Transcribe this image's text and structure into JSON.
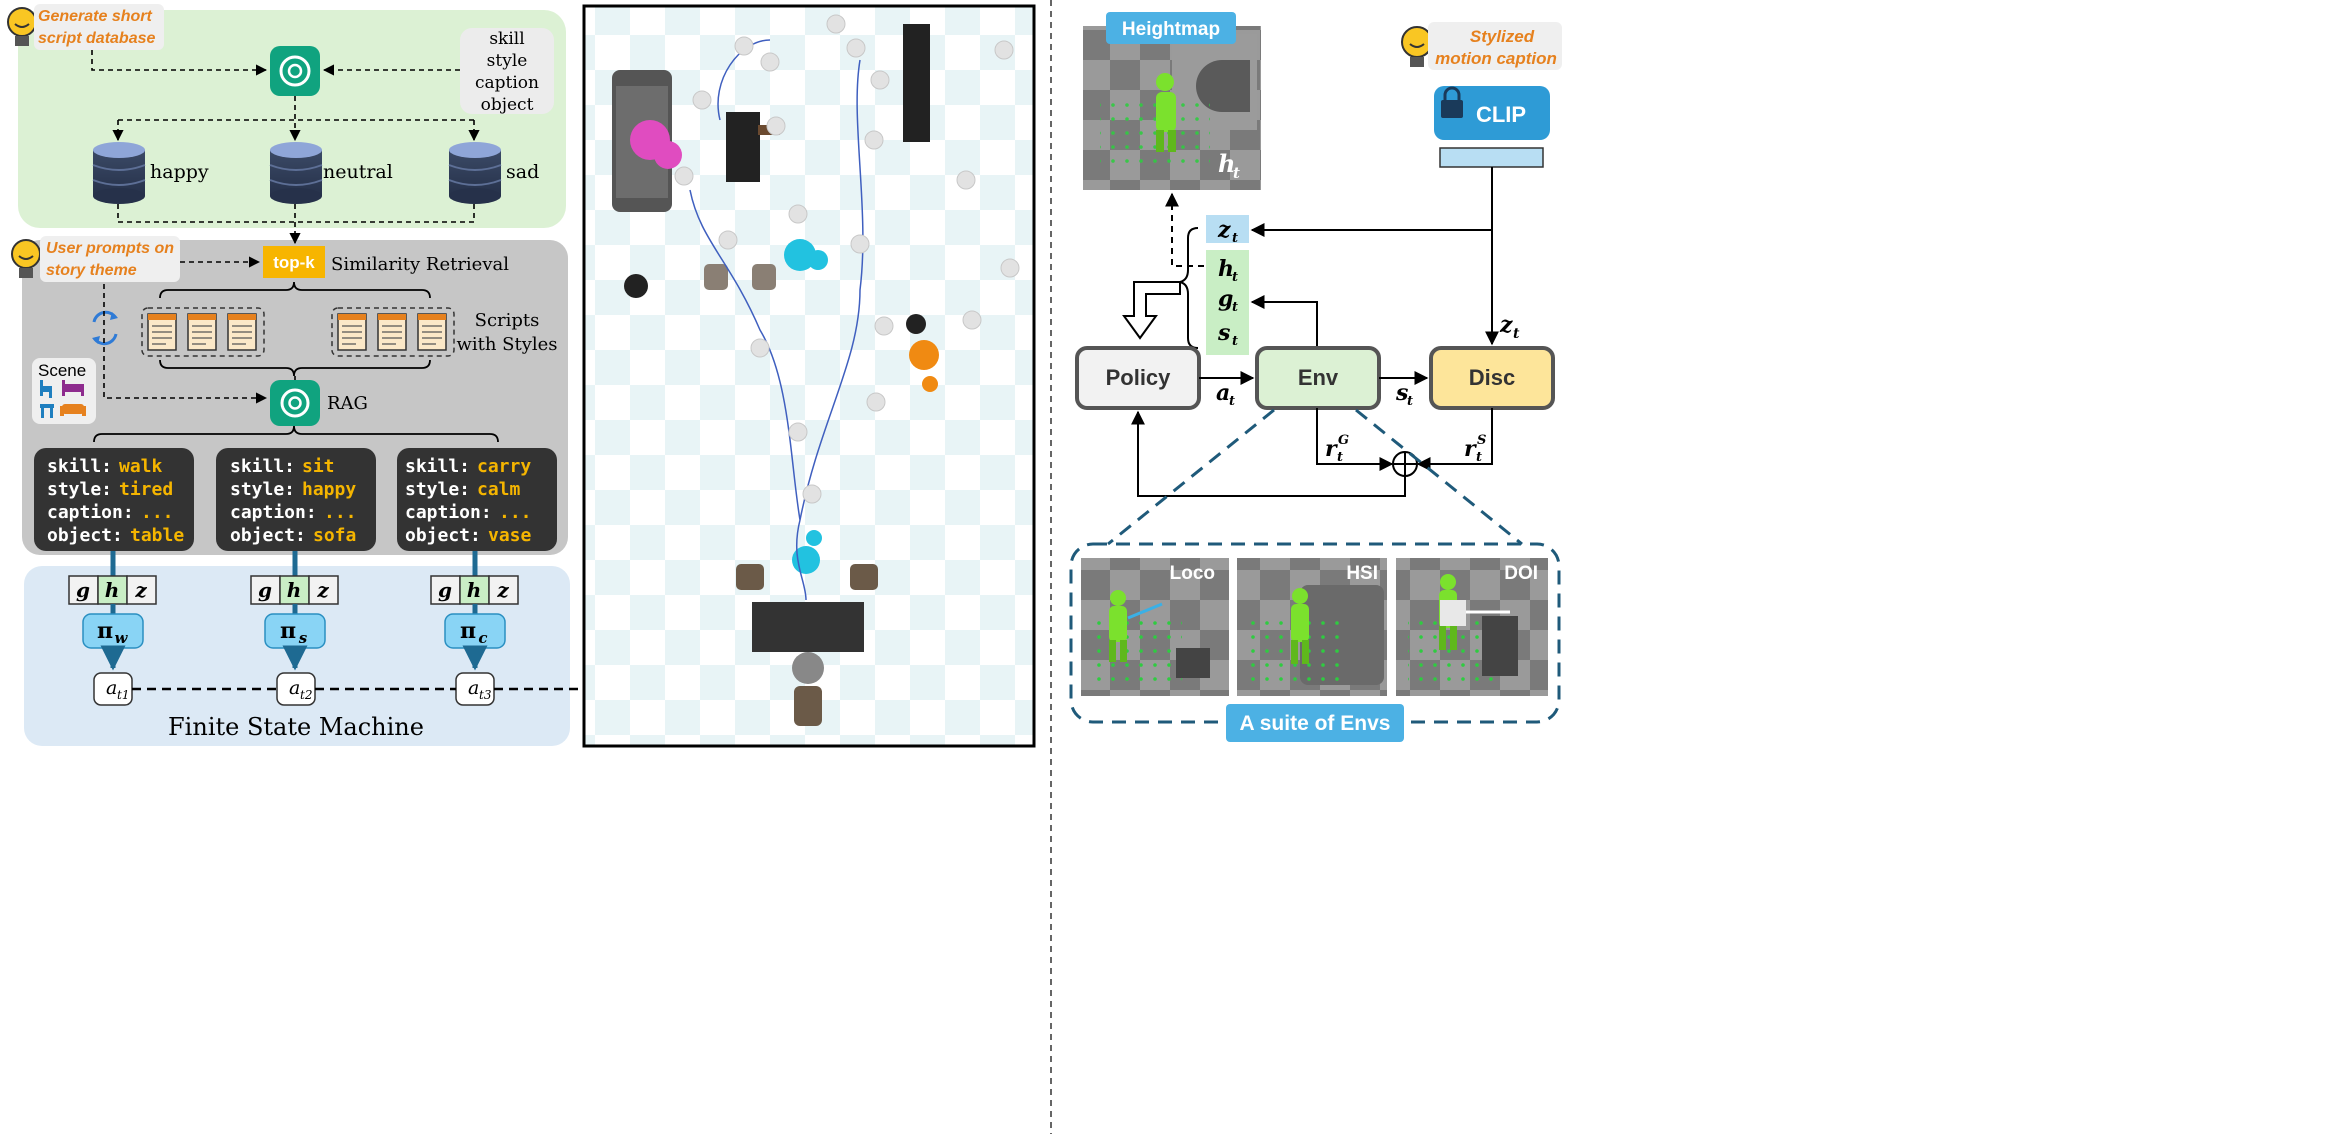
{
  "prompts": {
    "generate": [
      "Generate short",
      "script database"
    ],
    "user": [
      "User prompts on",
      "story theme"
    ],
    "stylized": [
      "Stylized",
      "motion caption"
    ]
  },
  "attributes": [
    "skill",
    "style",
    "caption",
    "object"
  ],
  "databases": [
    "happy",
    "neutral",
    "sad"
  ],
  "retrieval": {
    "badge": "top-k",
    "label": "Similarity Retrieval"
  },
  "scripts_label": [
    "Scripts",
    "with Styles"
  ],
  "scene_label": "Scene",
  "rag_label": "RAG",
  "cards": [
    {
      "skill": "walk",
      "style": "tired",
      "caption": "...",
      "object": "table"
    },
    {
      "skill": "sit",
      "style": "happy",
      "caption": "...",
      "object": "sofa"
    },
    {
      "skill": "carry",
      "style": "calm",
      "caption": "...",
      "object": "vase"
    }
  ],
  "card_keys": [
    "skill:",
    "style:",
    "caption:",
    "object:"
  ],
  "ghz": [
    "g",
    "h",
    "z"
  ],
  "policies": [
    {
      "sym": "π",
      "sub": "w"
    },
    {
      "sym": "π",
      "sub": "s"
    },
    {
      "sym": "π",
      "sub": "c"
    }
  ],
  "actions": [
    {
      "a": "a",
      "sub": "t1"
    },
    {
      "a": "a",
      "sub": "t2"
    },
    {
      "a": "a",
      "sub": "t3"
    }
  ],
  "fsm_label": "Finite State Machine",
  "right": {
    "heightmap_label": "Heightmap",
    "ht_label": "h",
    "clip_label": "CLIP",
    "state": {
      "z": "z",
      "h": "h",
      "g": "g",
      "s": "s"
    },
    "nodes": {
      "policy": "Policy",
      "env": "Env",
      "disc": "Disc"
    },
    "edges": {
      "a": "a",
      "s": "s",
      "z": "z",
      "rG": "r",
      "rS": "r",
      "G": "G",
      "S": "S"
    },
    "env_tags": [
      "Loco",
      "HSI",
      "DOI"
    ],
    "suite_label": "A suite of Envs"
  },
  "colors": {
    "green_bg": "#dcf1d4",
    "gray_bg": "#c6c6c6",
    "blue_bg": "#dce9f5",
    "gpt_green": "#10a37f",
    "topk_yellow": "#f7b500",
    "card_dark": "#333333",
    "card_value": "#f5b500",
    "policy_blue": "#89d4f5",
    "node_policy": "#f2f2f2",
    "node_env": "#dcf1d4",
    "node_disc": "#fde59a",
    "label_blue": "#4cb1e4",
    "prompt_orange": "#e6811e"
  }
}
